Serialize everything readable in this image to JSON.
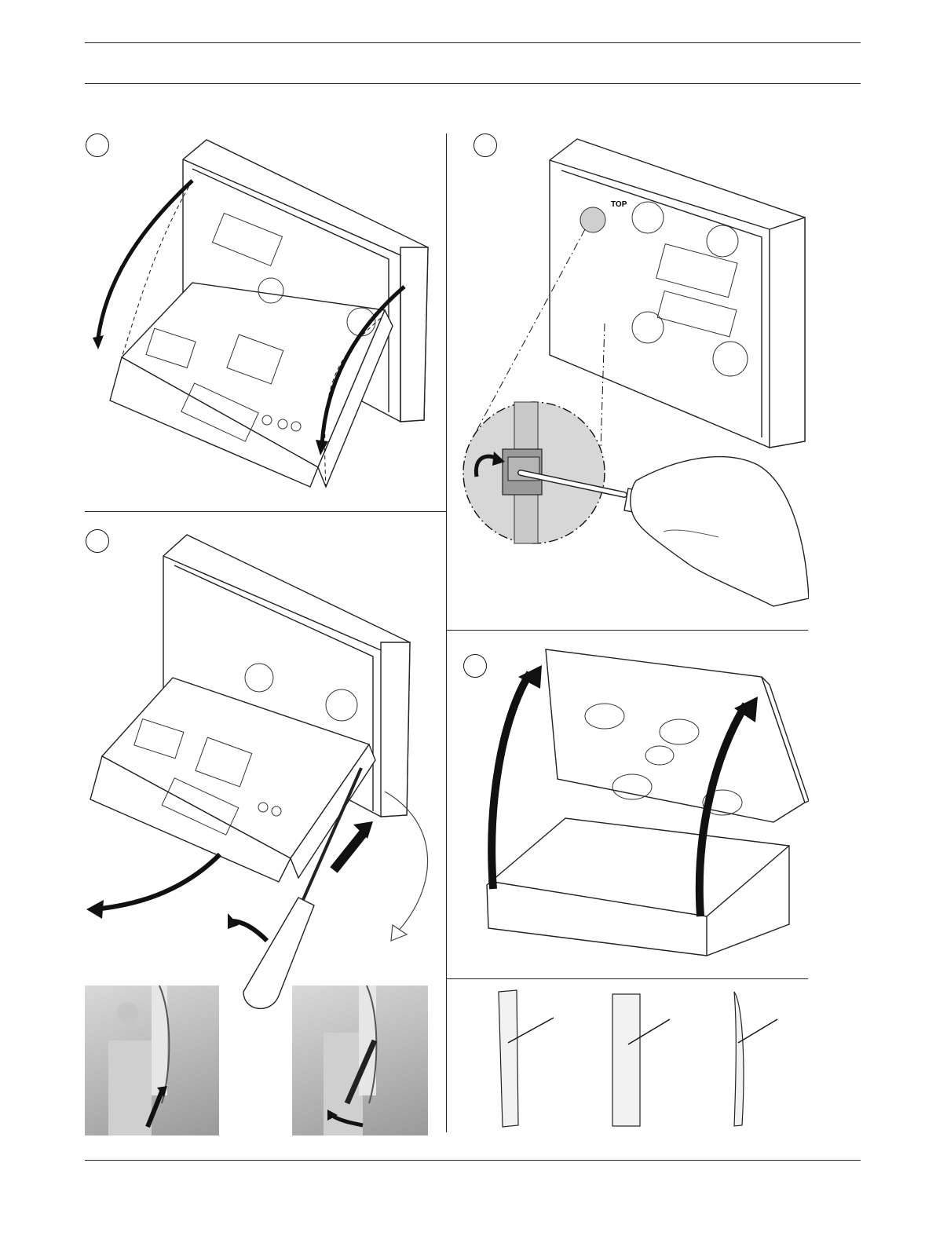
{
  "page": {
    "header_rule_count": 2,
    "footer_rule_count": 1
  },
  "figures": {
    "step1": {
      "label": "",
      "description_icon": "open-enclosure-icon"
    },
    "step2": {
      "label": "",
      "description_icon": "tamper-screw-icon",
      "top_marker": "TOP"
    },
    "step3": {
      "label": "",
      "description_icon": "release-latch-icon"
    },
    "step4": {
      "label": "",
      "description_icon": "lift-cover-icon"
    },
    "step5": {
      "label": "",
      "description_icon": "side-profiles-icon"
    }
  }
}
